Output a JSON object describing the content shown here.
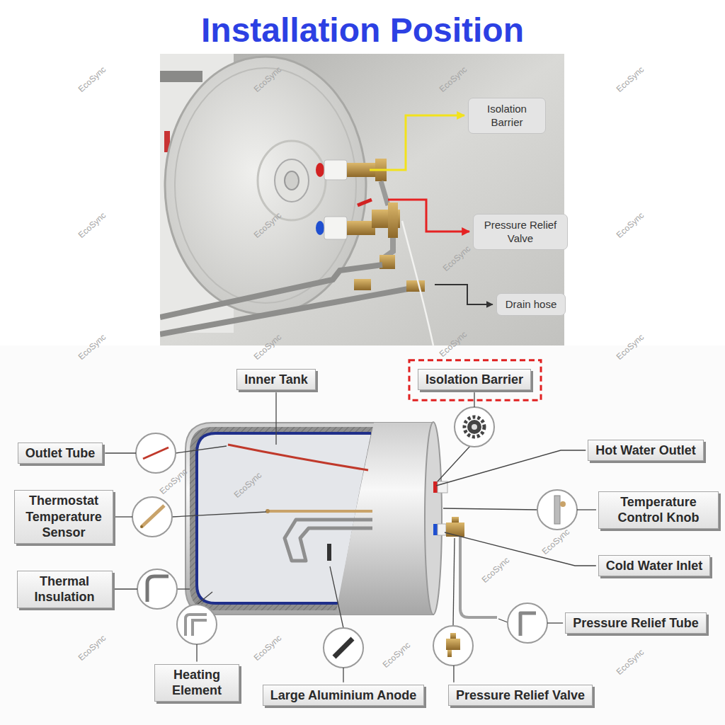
{
  "diagram": {
    "title": "Installation Position",
    "nodes": [
      {
        "text": [
          "Isolation Barrier"
        ]
      },
      {
        "text": [
          "Pressure Relief Valve"
        ]
      },
      {
        "text": [
          "Drain hose"
        ]
      },
      {
        "text": [
          "Inner Tank"
        ]
      },
      {
        "text": [
          "Isolation Barrier"
        ]
      },
      {
        "text": [
          "Outlet Tube"
        ]
      },
      {
        "text": [
          "Hot Water Outlet"
        ]
      },
      {
        "text": [
          "Thermostat Temperature Sensor"
        ]
      },
      {
        "text": [
          "Temperature Control Knob"
        ]
      },
      {
        "text": [
          "Thermal Insulation"
        ]
      },
      {
        "text": [
          "Cold Water Inlet"
        ]
      },
      {
        "text": [
          "Pressure Relief Tube"
        ]
      },
      {
        "text": [
          "Heating Element"
        ]
      },
      {
        "text": [
          "Large Aluminium Anode"
        ]
      },
      {
        "text": [
          "Pressure Relief Valve"
        ]
      }
    ],
    "labels": [
      "EcoSync",
      "EcoSync",
      "EcoSync",
      "EcoSync",
      "EcoSync",
      "EcoSync",
      "EcoSync",
      "EcoSync",
      "EcoSync",
      "EcoSync",
      "EcoSync",
      "EcoSync",
      "EcoSync",
      "EcoSync",
      "EcoSync",
      "EcoSync",
      "EcoSync",
      "EcoSync",
      "EcoSync",
      "EcoSync"
    ]
  }
}
